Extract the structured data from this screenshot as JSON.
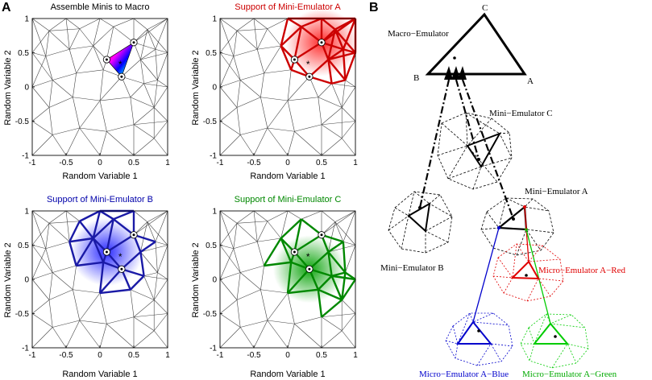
{
  "panel_a": {
    "letter": "A",
    "subplots": [
      {
        "title": "Assemble Minis to Macro",
        "title_color": "#000000",
        "xlabel": "Random Variable 1",
        "ylabel": "Random Variable 2"
      },
      {
        "title": "Support of Mini-Emulator A",
        "title_color": "#cc0000",
        "xlabel": "Random Variable 1",
        "ylabel": "Random Variable 2"
      },
      {
        "title": "Support of Mini-Emulator B",
        "title_color": "#0000aa",
        "xlabel": "Random Variable 1",
        "ylabel": "Random Variable 2"
      },
      {
        "title": "Support of Mini-Emulator C",
        "title_color": "#008800",
        "xlabel": "Random Variable 1",
        "ylabel": "Random Variable 2"
      }
    ],
    "x_ticks": [
      "-1",
      "-0.5",
      "0",
      "0.5",
      "1"
    ],
    "y_ticks": [
      "1",
      "0.5",
      "0",
      "-0.5",
      "-1"
    ],
    "star_mark": "*",
    "colors": {
      "mesh": "#444444",
      "support_a": "#cc0000",
      "support_b": "#1a1aa6",
      "support_c": "#008800"
    }
  },
  "panel_b": {
    "letter": "B",
    "macro_label": "Macro−Emulator",
    "vertex_a": "A",
    "vertex_b": "B",
    "vertex_c": "C",
    "mini_c": "Mini−Emulator C",
    "mini_a": "Mini−Emulator A",
    "mini_b": "Mini−Emulator B",
    "micro_red": "Micro−Emulator A−Red",
    "micro_blue": "Micro−Emulator A−Blue",
    "micro_green": "Micro−Emulator A−Green",
    "colors": {
      "red": "#e00000",
      "blue": "#0000cc",
      "green": "#00cc00"
    }
  }
}
